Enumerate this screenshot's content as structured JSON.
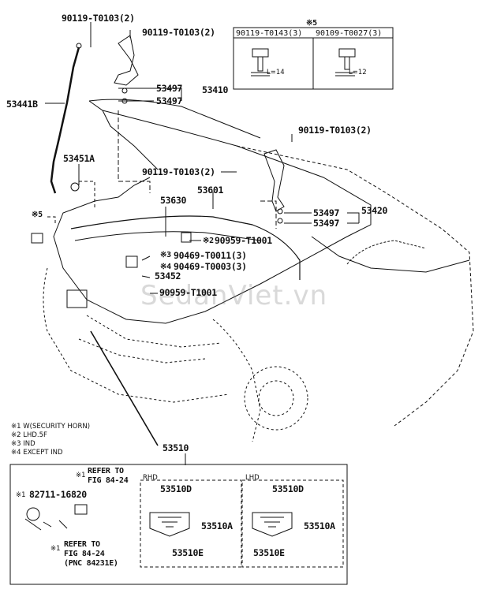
{
  "callouts": {
    "p1": "90119-T0103(2)",
    "p2": "90119-T0103(2)",
    "p3": "53441B",
    "p4": "53497",
    "p5": "53497",
    "p6": "53410",
    "p7": "90119-T0103(2)",
    "p8": "53451A",
    "p9": "90119-T0103(2)",
    "p10": "53601",
    "p11": "53630",
    "p12": "53497",
    "p13": "53497",
    "p14": "53420",
    "p15": "※5",
    "p16": "※2",
    "p17": "90959-T1001",
    "p18": "※3",
    "p19": "90469-T0011(3)",
    "p20": "※4",
    "p21": "90469-T0003(3)",
    "p22": "53452",
    "p23": "90959-T1001",
    "p24": "53510"
  },
  "inset_box": {
    "marker": "※5",
    "col1_part": "90119-T0143(3)",
    "col2_part": "90109-T0027(3)",
    "col1_dim": "L=14",
    "col2_dim": "L=12"
  },
  "notes": [
    "※1 W(SECURITY HORN)",
    "※2 LHD.5F",
    "※3 IND",
    "※4 EXCEPT IND"
  ],
  "detail_box": {
    "refer1_mark": "※1",
    "refer1_line1": "REFER TO",
    "refer1_line2": "FIG 84-24",
    "part_mark": "※1",
    "part_no": "82711-16820",
    "refer2_mark": "※1",
    "refer2_line1": "REFER TO",
    "refer2_line2": "FIG 84-24",
    "refer2_line3": "(PNC 84231E)",
    "rhd_label": "RHD",
    "lhd_label": "LHD",
    "rhd_d": "53510D",
    "rhd_a": "53510A",
    "rhd_e": "53510E",
    "lhd_d": "53510D",
    "lhd_a": "53510A",
    "lhd_e": "53510E"
  },
  "watermark": "SedanViet.vn"
}
